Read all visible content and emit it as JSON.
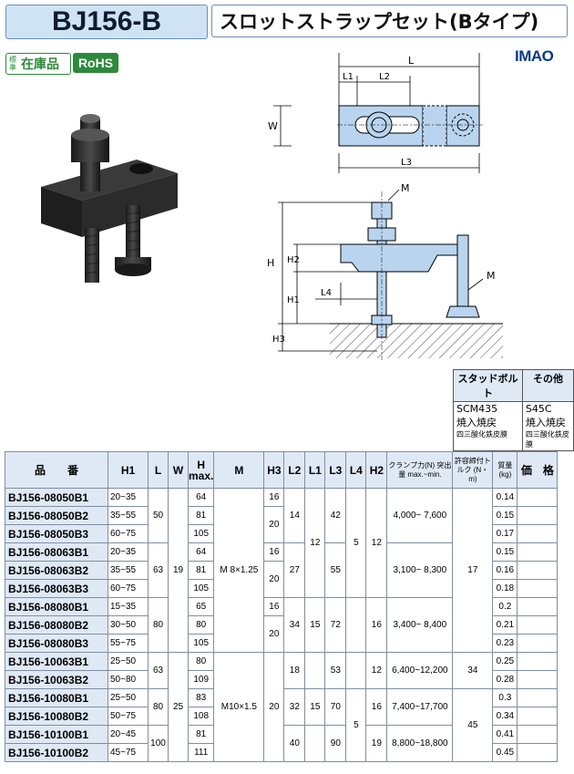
{
  "header": {
    "part_no": "BJ156-B",
    "title": "スロットストラップセット(Bタイプ)"
  },
  "badges": {
    "std_small": "標準",
    "std_main": "在庫品",
    "rohs": "RoHS"
  },
  "logo": "IMAO",
  "drawing": {
    "L": "L",
    "L1": "L1",
    "L2": "L2",
    "L3": "L3",
    "L4": "L4",
    "W": "W",
    "H": "H",
    "H1": "H1",
    "H2": "H2",
    "H3": "H3",
    "M": "M"
  },
  "materials": {
    "headers": [
      "スタッドボルト",
      "その他"
    ],
    "stud": [
      "SCM435",
      "焼入焼戻",
      "四三酸化鉄皮膜"
    ],
    "other": [
      "S45C",
      "焼入焼戻",
      "四三酸化鉄皮膜"
    ]
  },
  "table": {
    "headers": {
      "part": "品　　番",
      "h1": "H1",
      "l": "L",
      "w": "W",
      "h": "H max.",
      "m": "M",
      "h3": "H3",
      "l2": "L2",
      "l1": "L1",
      "l3": "L3",
      "l4": "L4",
      "h2": "H2",
      "clamp": "クランプ力(N) 突出量 max.~min.",
      "torque": "許容締付トルク (N・m)",
      "mass": "質量 (kg)",
      "price": "価　格"
    },
    "rows": [
      {
        "part": "BJ156-08050B1",
        "h1": "20~35",
        "h": "64",
        "mass": "0.14"
      },
      {
        "part": "BJ156-08050B2",
        "h1": "35~55",
        "h": "81",
        "mass": "0.15"
      },
      {
        "part": "BJ156-08050B3",
        "h1": "60~75",
        "h": "105",
        "mass": "0.17"
      },
      {
        "part": "BJ156-08063B1",
        "h1": "20~35",
        "h": "64",
        "mass": "0.15"
      },
      {
        "part": "BJ156-08063B2",
        "h1": "35~55",
        "h": "81",
        "mass": "0.16"
      },
      {
        "part": "BJ156-08063B3",
        "h1": "60~75",
        "h": "105",
        "mass": "0.18"
      },
      {
        "part": "BJ156-08080B1",
        "h1": "15~35",
        "h": "65",
        "mass": "0.2"
      },
      {
        "part": "BJ156-08080B2",
        "h1": "30~50",
        "h": "80",
        "mass": "0.21"
      },
      {
        "part": "BJ156-08080B3",
        "h1": "55~75",
        "h": "105",
        "mass": "0.23"
      },
      {
        "part": "BJ156-10063B1",
        "h1": "25~50",
        "h": "80",
        "mass": "0.25"
      },
      {
        "part": "BJ156-10063B2",
        "h1": "50~80",
        "h": "109",
        "mass": "0.28"
      },
      {
        "part": "BJ156-10080B1",
        "h1": "25~50",
        "h": "83",
        "mass": "0.3"
      },
      {
        "part": "BJ156-10080B2",
        "h1": "50~75",
        "h": "108",
        "mass": "0.34"
      },
      {
        "part": "BJ156-10100B1",
        "h1": "20~45",
        "h": "81",
        "mass": "0.41"
      },
      {
        "part": "BJ156-10100B2",
        "h1": "45~75",
        "h": "111",
        "mass": "0.45"
      }
    ],
    "merged": {
      "L_50": "50",
      "L_63": "63",
      "L_80": "80",
      "L2_63": "63",
      "L2_80": "80",
      "L2_100": "100",
      "W_19": "19",
      "W_25": "25",
      "M_8": "M 8×1.25",
      "M_10": "M10×1.5",
      "H3_16a": "16",
      "H3_20a": "20",
      "H3_16b": "16",
      "H3_20b": "20",
      "H3_16c": "16",
      "H3_20c": "20",
      "H3_20d": "20",
      "L2v_14": "14",
      "L2v_27": "27",
      "L2v_34": "34",
      "L2v_18": "18",
      "L2v_32": "32",
      "L2v_40": "40",
      "L1_12": "12",
      "L1_15a": "15",
      "L1_15b": "15",
      "L3_42": "42",
      "L3_55": "55",
      "L3_72": "72",
      "L3_53": "53",
      "L3_70": "70",
      "L3_90": "90",
      "L4_5a": "5",
      "L4_5b": "5",
      "H2_12a": "12",
      "H2_16a": "16",
      "H2_12b": "12",
      "H2_16b": "16",
      "H2_19": "19",
      "CL_1": "4,000~ 7,600",
      "CL_2": "3,100~ 8,300",
      "CL_3": "3,400~ 8,400",
      "CL_4": "6,400~12,200",
      "CL_5": "7,400~17,700",
      "CL_6": "8,800~18,800",
      "TQ_17": "17",
      "TQ_34": "34",
      "TQ_45": "45"
    }
  }
}
